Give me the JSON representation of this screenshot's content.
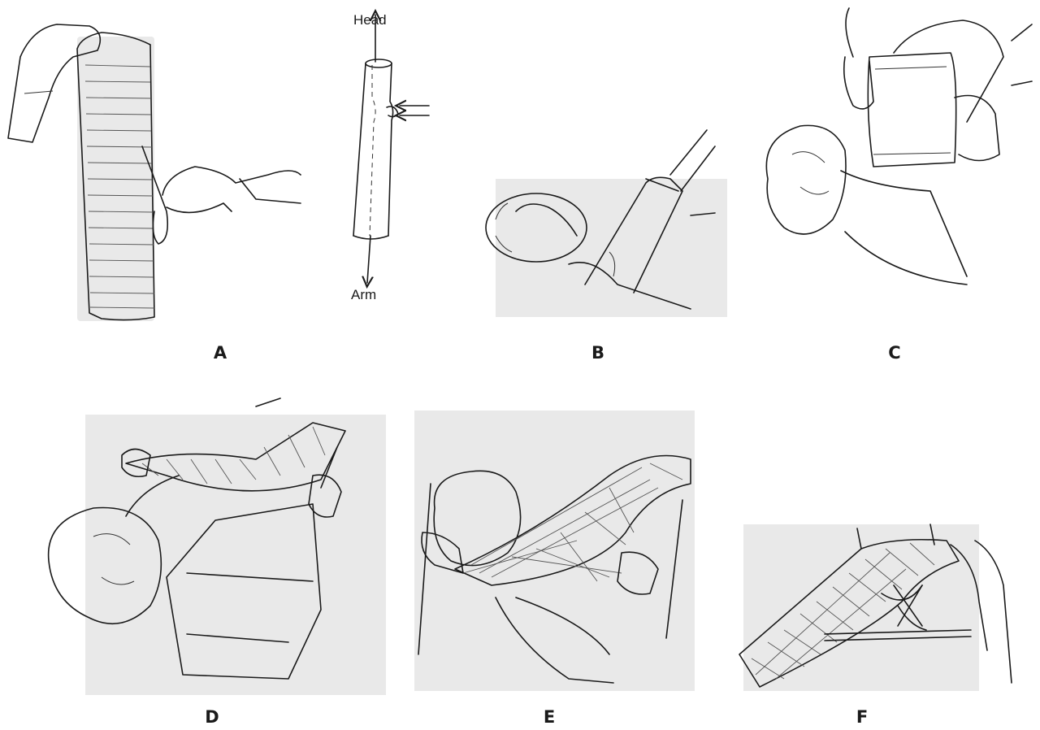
{
  "panels": [
    {
      "id": "A",
      "label": "A"
    },
    {
      "id": "B",
      "label": "B"
    },
    {
      "id": "C",
      "label": "C"
    },
    {
      "id": "D",
      "label": "D"
    },
    {
      "id": "E",
      "label": "E"
    },
    {
      "id": "F",
      "label": "F"
    }
  ],
  "diagram": {
    "head_label": "Head",
    "arm_label": "Arm"
  }
}
